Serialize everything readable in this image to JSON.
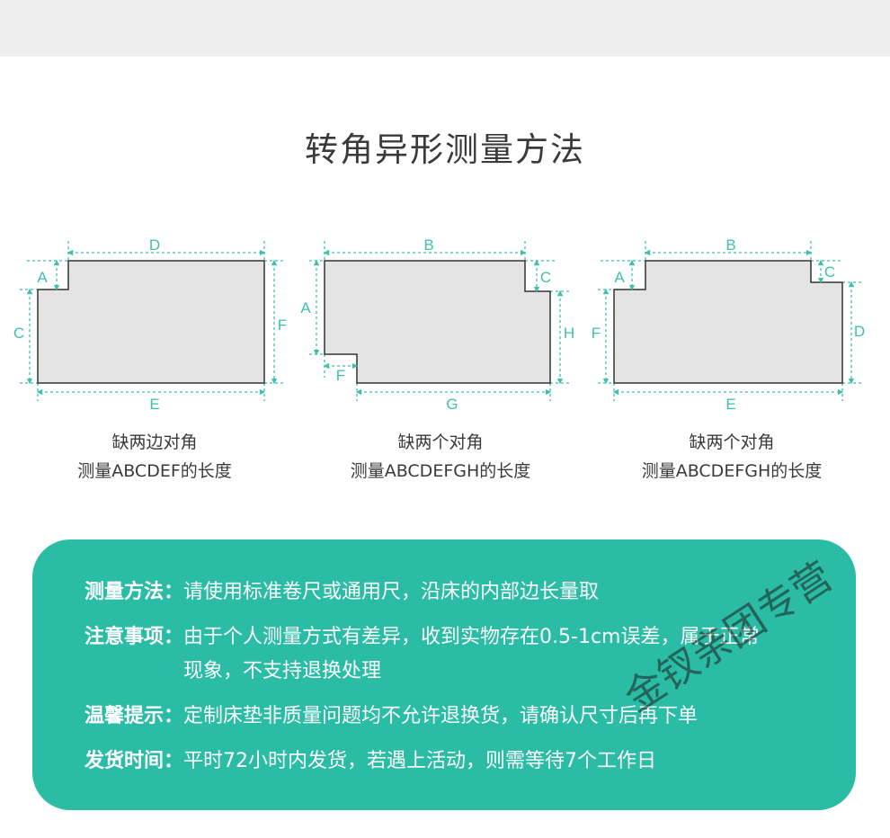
{
  "title": "转角异形测量方法",
  "diagrams": [
    {
      "labels": {
        "a": "D",
        "b": "A",
        "c": "C",
        "d": "F",
        "e": "E"
      },
      "caption_line1": "缺两边对角",
      "caption_line2": "测量ABCDEF的长度"
    },
    {
      "labels": {
        "a": "B",
        "b": "C",
        "c": "A",
        "d": "H",
        "e": "F",
        "f": "G"
      },
      "caption_line1": "缺两个对角",
      "caption_line2": "测量ABCDEFGH的长度"
    },
    {
      "labels": {
        "a": "B",
        "b": "A",
        "c": "C",
        "d": "F",
        "e": "D",
        "f": "E"
      },
      "caption_line1": "缺两个对角",
      "caption_line2": "测量ABCDEFGH的长度"
    }
  ],
  "info": {
    "method_label": "测量方法：",
    "method_text": "请使用标准卷尺或通用尺，沿床的内部边长量取",
    "notice_label": "注意事项：",
    "notice_text": "由于个人测量方式有差异，收到实物存在0.5-1cm误差，属于正常现象，不支持退换处理",
    "tip_label": "温馨提示：",
    "tip_text": "定制床垫非质量问题均不允许退换货，请确认尺寸后再下单",
    "shipping_label": "发货时间：",
    "shipping_text": "平时72小时内发货，若遇上活动，则需等待7个工作日"
  },
  "watermark": "金钗亲团专营",
  "colors": {
    "accent": "#2abca5",
    "dim_line": "#3fbfb0",
    "shape_fill": "#e4e4e4"
  }
}
